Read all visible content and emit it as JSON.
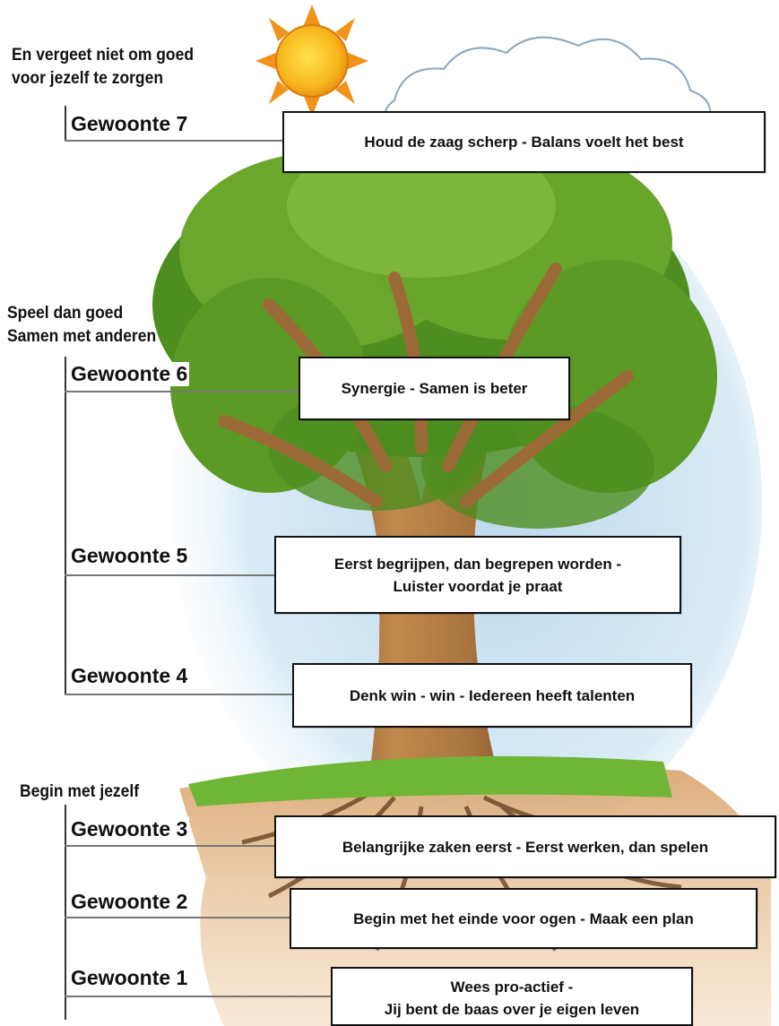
{
  "groups": {
    "g7": [
      "En vergeet niet om goed",
      "voor jezelf te zorgen"
    ],
    "g6": [
      "Speel dan goed",
      "Samen met anderen"
    ],
    "g1": [
      "Begin met jezelf"
    ]
  },
  "habits": [
    {
      "label": "Gewoonte 7",
      "lines": [
        "Houd de zaag scherp - Balans voelt het best"
      ]
    },
    {
      "label": "Gewoonte 6",
      "lines": [
        "Synergie - Samen is beter"
      ]
    },
    {
      "label": "Gewoonte 5",
      "lines": [
        "Eerst begrijpen, dan begrepen worden -",
        "Luister voordat je praat"
      ]
    },
    {
      "label": "Gewoonte 4",
      "lines": [
        "Denk win - win - Iedereen heeft talenten"
      ]
    },
    {
      "label": "Gewoonte 3",
      "lines": [
        "Belangrijke zaken eerst - Eerst werken, dan spelen"
      ]
    },
    {
      "label": "Gewoonte 2",
      "lines": [
        "Begin met het einde voor ogen - Maak een plan"
      ]
    },
    {
      "label": "Gewoonte 1",
      "lines": [
        "Wees pro-actief -",
        "Jij bent de baas over je eigen leven"
      ]
    }
  ]
}
